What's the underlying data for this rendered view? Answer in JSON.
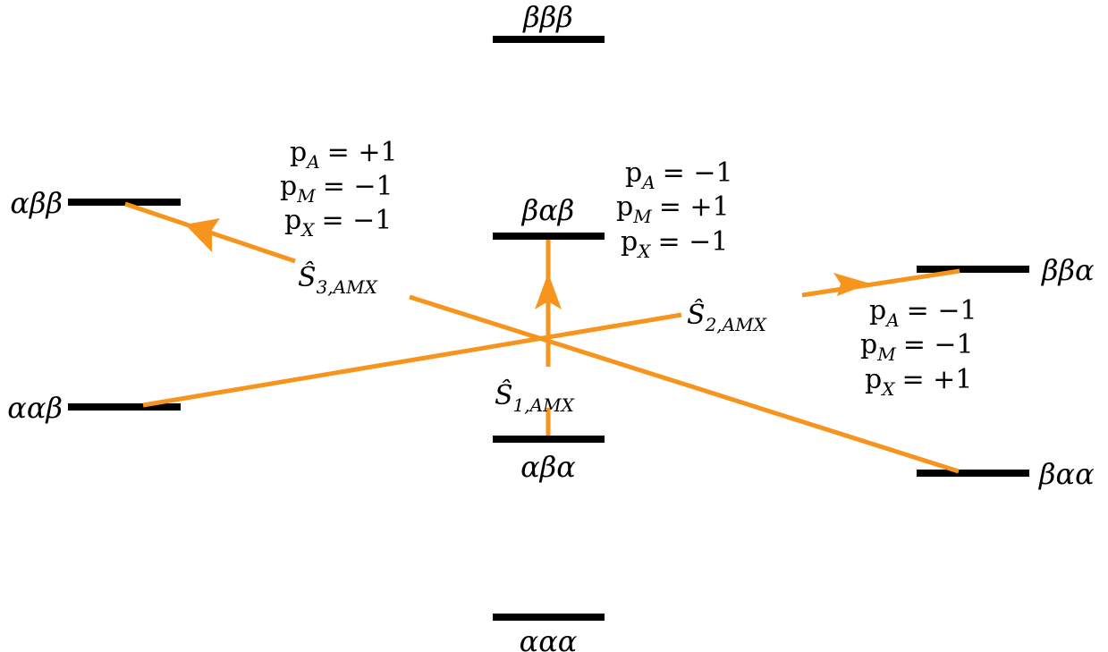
{
  "colors": {
    "level": "#000000",
    "transition": "#f7941d",
    "background": "#ffffff"
  },
  "states": {
    "bbb": "βββ",
    "abb": "αββ",
    "bab": "βαβ",
    "bba": "ββα",
    "aab": "ααβ",
    "aba": "αβα",
    "baa": "βαα",
    "aaa": "ααα"
  },
  "operators": {
    "s1": {
      "symbol": "Ŝ",
      "sub": "1,AMX"
    },
    "s2": {
      "symbol": "Ŝ",
      "sub": "2,AMX"
    },
    "s3": {
      "symbol": "Ŝ",
      "sub": "3,AMX"
    }
  },
  "parities": {
    "s3": [
      {
        "p": "p",
        "sub": "A",
        "val": "= +1"
      },
      {
        "p": "p",
        "sub": "M",
        "val": "= −1"
      },
      {
        "p": "p",
        "sub": "X",
        "val": "= −1"
      }
    ],
    "s1": [
      {
        "p": "p",
        "sub": "A",
        "val": "= −1"
      },
      {
        "p": "p",
        "sub": "M",
        "val": "= +1"
      },
      {
        "p": "p",
        "sub": "X",
        "val": "= −1"
      }
    ],
    "s2": [
      {
        "p": "p",
        "sub": "A",
        "val": "= −1"
      },
      {
        "p": "p",
        "sub": "M",
        "val": "= −1"
      },
      {
        "p": "p",
        "sub": "X",
        "val": "= +1"
      }
    ]
  }
}
